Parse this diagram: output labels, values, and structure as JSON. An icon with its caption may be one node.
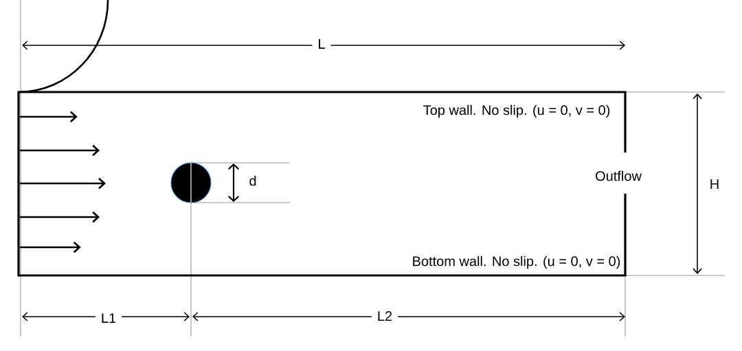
{
  "diagram": {
    "labels": [
      "L",
      "Top wall. No slip. (u = 0, v = 0)",
      "d",
      "Outflow",
      "H",
      "Bottom wall. No slip. (u = 0, v = 0)",
      "L1",
      "L2"
    ]
  }
}
